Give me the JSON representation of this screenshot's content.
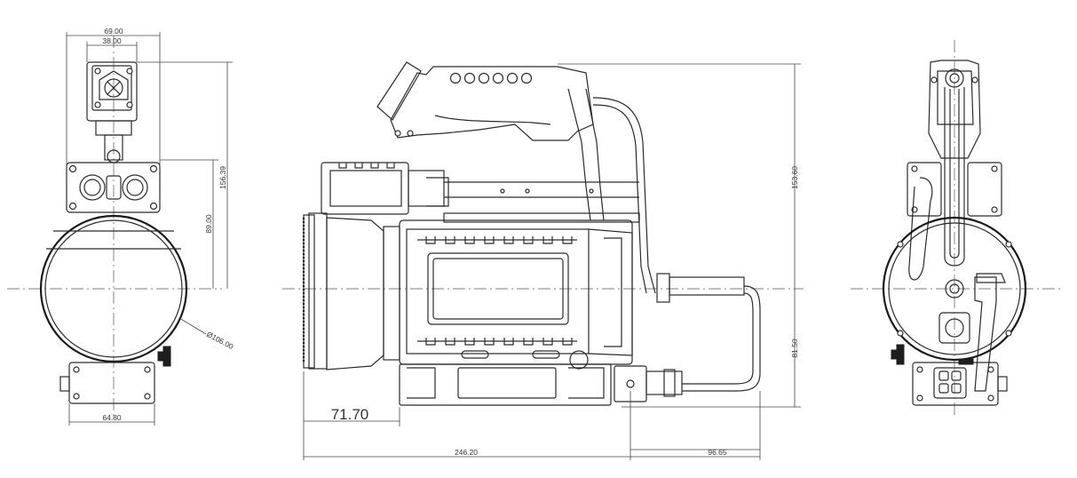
{
  "front_view": {
    "dim_width_top": "69.00",
    "dim_width_handle": "38.00",
    "dim_height_total": "156.39",
    "dim_height_mid": "89.00",
    "dim_diameter": "Ø106.00",
    "dim_width_bottom": "64.80"
  },
  "side_view": {
    "dim_height": "153.60",
    "dim_lower_height": "81.50",
    "dim_lens_length": "71.70",
    "dim_total_length": "246.20",
    "dim_rear_offset": "96.65"
  },
  "rear_view": {}
}
